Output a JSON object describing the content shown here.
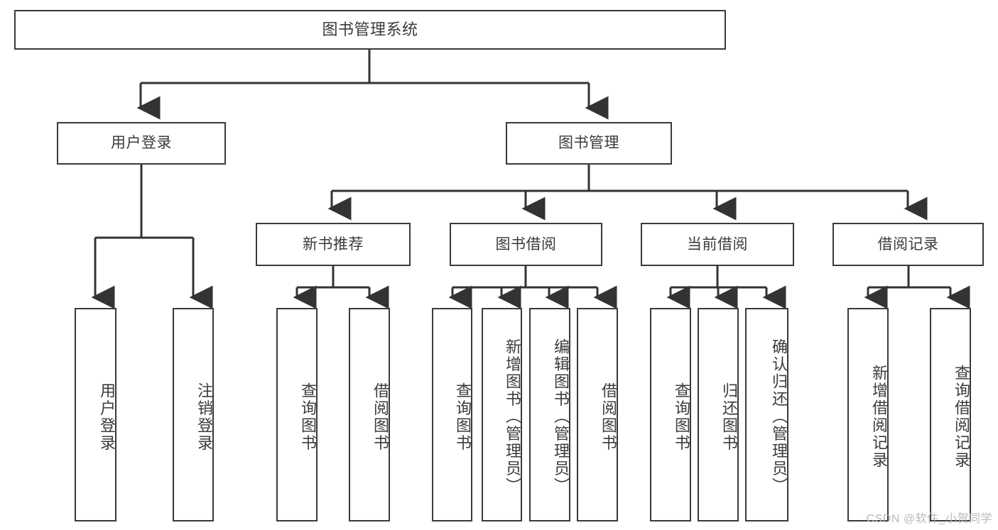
{
  "diagram": {
    "title": "图书管理系统",
    "type": "hierarchy-tree",
    "root": {
      "label": "图书管理系统"
    },
    "level2": [
      {
        "id": "user-login",
        "label": "用户登录"
      },
      {
        "id": "book-management",
        "label": "图书管理"
      }
    ],
    "level3": [
      {
        "id": "new-book-recommend",
        "label": "新书推荐",
        "parent": "book-management"
      },
      {
        "id": "book-borrow",
        "label": "图书借阅",
        "parent": "book-management"
      },
      {
        "id": "current-borrow",
        "label": "当前借阅",
        "parent": "book-management"
      },
      {
        "id": "borrow-record",
        "label": "借阅记录",
        "parent": "book-management"
      }
    ],
    "leaves": {
      "user-login": [
        {
          "id": "leaf-user-login",
          "label": "用户登录"
        },
        {
          "id": "leaf-logout-login",
          "label": "注销登录"
        }
      ],
      "new-book-recommend": [
        {
          "id": "leaf-query-book-1",
          "label": "查询图书"
        },
        {
          "id": "leaf-borrow-book-1",
          "label": "借阅图书"
        }
      ],
      "book-borrow": [
        {
          "id": "leaf-query-book-2",
          "label": "查询图书"
        },
        {
          "id": "leaf-add-book",
          "label": "新增图书（管理员）"
        },
        {
          "id": "leaf-edit-book",
          "label": "编辑图书（管理员）"
        },
        {
          "id": "leaf-borrow-book-2",
          "label": "借阅图书"
        }
      ],
      "current-borrow": [
        {
          "id": "leaf-query-book-3",
          "label": "查询图书"
        },
        {
          "id": "leaf-return-book",
          "label": "归还图书"
        },
        {
          "id": "leaf-confirm-return",
          "label": "确认归还（管理员）"
        }
      ],
      "borrow-record": [
        {
          "id": "leaf-add-record",
          "label": "新增借阅记录"
        },
        {
          "id": "leaf-query-record",
          "label": "查询借阅记录"
        }
      ]
    },
    "colors": {
      "box_border": "#3a3a3a",
      "text": "#3b3b3b",
      "connector": "#333333",
      "background": "#ffffff",
      "watermark": "#b9b9b9"
    }
  },
  "watermark": {
    "text": "CSDN @软件_小贺同学"
  }
}
